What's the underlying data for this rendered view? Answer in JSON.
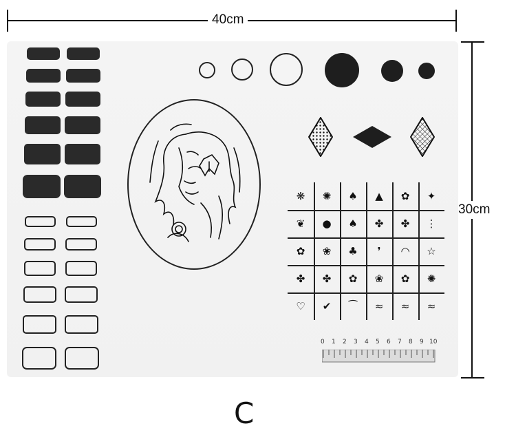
{
  "dimensions": {
    "width_label": "40cm",
    "height_label": "30cm"
  },
  "variant_label": "C",
  "stamp_grid": {
    "rows": [
      [
        "❋",
        "✺",
        "♠",
        "▲",
        "✿",
        "✦"
      ],
      [
        "❦",
        "●",
        "♠",
        "✤",
        "✤",
        "⋮"
      ],
      [
        "✿",
        "❀",
        "♣",
        "❜",
        "◠",
        "☆"
      ],
      [
        "✤",
        "✤",
        "✿",
        "❀",
        "✿",
        "✺"
      ],
      [
        "♡",
        "✔",
        "⁀",
        "≈",
        "≈",
        "≈"
      ]
    ]
  },
  "ruler": {
    "numbers": [
      "0",
      "1",
      "2",
      "3",
      "4",
      "5",
      "6",
      "7",
      "8",
      "9",
      "10"
    ]
  },
  "icons": {
    "portrait": "woman-portrait-icon",
    "diamond_mesh": "diamond-mesh-icon",
    "diamond_solid": "diamond-solid-icon"
  }
}
